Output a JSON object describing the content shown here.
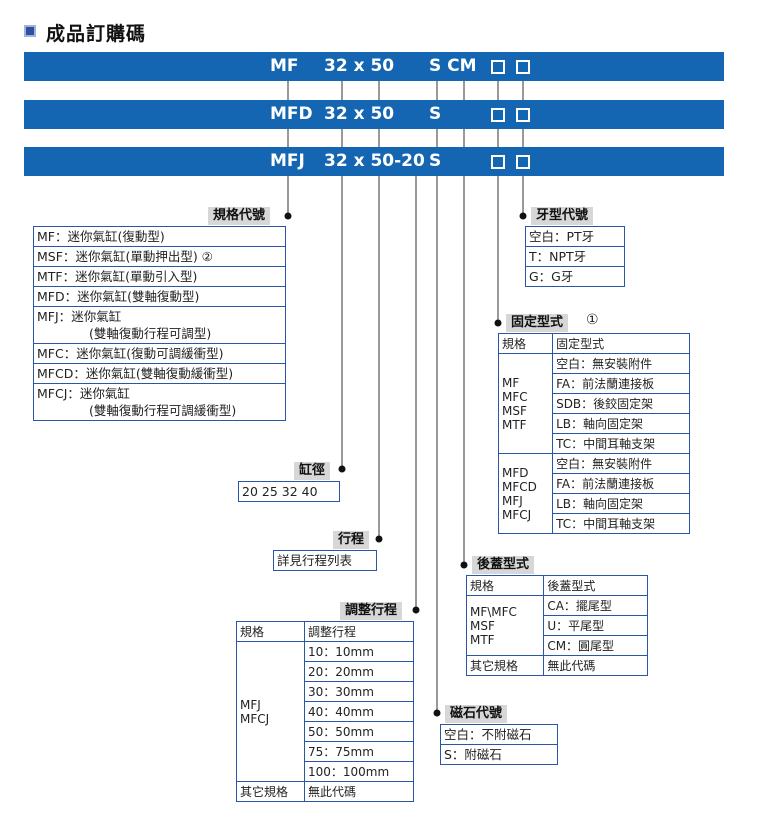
{
  "title": "成品訂購碼",
  "bars": [
    {
      "model": "MF",
      "size": "32 x 50",
      "suffix": "S CM"
    },
    {
      "model": "MFD",
      "size": "32 x 50",
      "suffix": "S"
    },
    {
      "model": "MFJ",
      "size": "32 x 50-20",
      "suffix": "S"
    }
  ],
  "spec_code": {
    "label": "規格代號",
    "items": [
      {
        "code": "MF",
        "desc": "迷你氣缸(復動型)"
      },
      {
        "code": "MSF",
        "desc": "迷你氣缸(單動押出型) ②"
      },
      {
        "code": "MTF",
        "desc": "迷你氣缸(單動引入型)"
      },
      {
        "code": "MFD",
        "desc": "迷你氣缸(雙軸復動型)"
      },
      {
        "code": "MFJ",
        "desc": "迷你氣缸",
        "desc2": "(雙軸復動行程可調型)"
      },
      {
        "code": "MFC",
        "desc": "迷你氣缸(復動可調緩衝型)"
      },
      {
        "code": "MFCD",
        "desc": "迷你氣缸(雙軸復動緩衝型)"
      },
      {
        "code": "MFCJ",
        "desc": "迷你氣缸",
        "desc2": "(雙軸復動行程可調緩衝型)"
      }
    ]
  },
  "bore": {
    "label": "缸徑",
    "values": "20 25 32 40"
  },
  "stroke": {
    "label": "行程",
    "values": "詳見行程列表"
  },
  "adjust": {
    "label": "調整行程",
    "header": [
      "規格",
      "調整行程"
    ],
    "models": [
      "MFJ",
      "MFCJ"
    ],
    "options": [
      "10：10mm",
      "20：20mm",
      "30：30mm",
      "40：40mm",
      "50：50mm",
      "75：75mm",
      "100：100mm"
    ],
    "other": [
      "其它規格",
      "無此代碼"
    ]
  },
  "thread": {
    "label": "牙型代號",
    "items": [
      "空白：PT牙",
      "T：NPT牙",
      "G：G牙"
    ]
  },
  "mount": {
    "label": "固定型式",
    "note": "①",
    "header": [
      "規格",
      "固定型式"
    ],
    "group1": {
      "models": [
        "MF",
        "MFC",
        "MSF",
        "MTF"
      ],
      "options": [
        "空白：無安裝附件",
        "FA：前法蘭連接板",
        "SDB：後鉸固定架",
        "LB：軸向固定架",
        "TC：中間耳軸支架"
      ]
    },
    "group2": {
      "models": [
        "MFD",
        "MFCD",
        "MFJ",
        "MFCJ"
      ],
      "options": [
        "空白：無安裝附件",
        "FA：前法蘭連接板",
        "LB：軸向固定架",
        "TC：中間耳軸支架"
      ]
    }
  },
  "rear": {
    "label": "後蓋型式",
    "header": [
      "規格",
      "後蓋型式"
    ],
    "models": [
      "MF\\MFC",
      "MSF",
      "MTF"
    ],
    "options": [
      "CA：擺尾型",
      "U：平尾型",
      "CM：圓尾型"
    ],
    "other": [
      "其它規格",
      "無此代碼"
    ]
  },
  "magnet": {
    "label": "磁石代號",
    "items": [
      "空白：不附磁石",
      "S：附磁石"
    ]
  }
}
